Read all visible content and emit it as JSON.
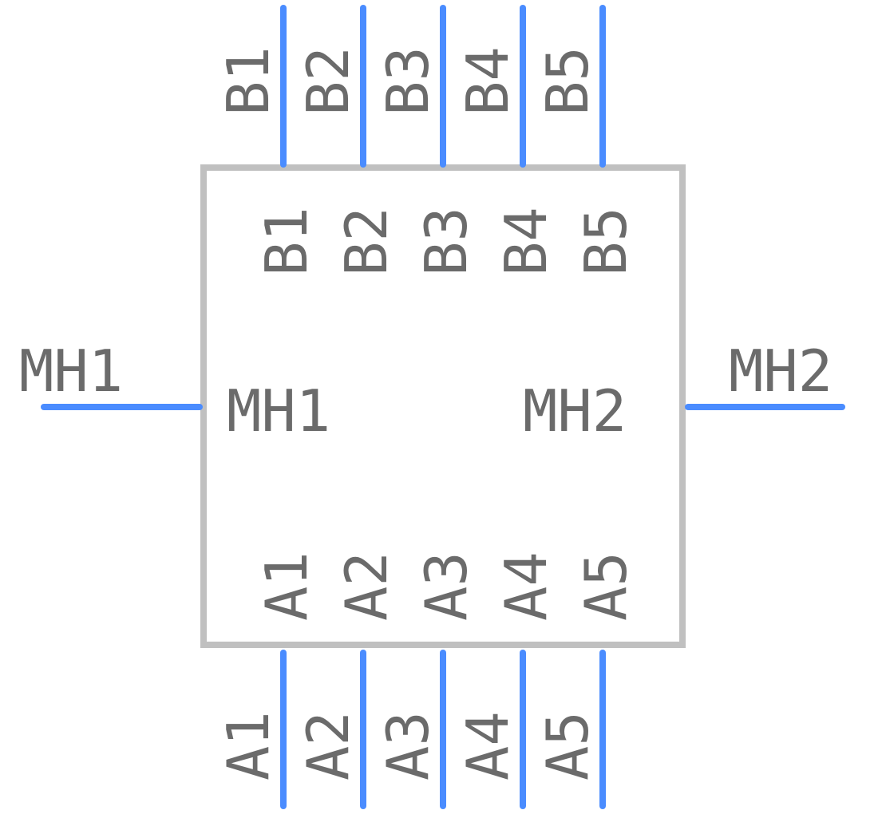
{
  "component": {
    "body_color": "#c0c0c0",
    "pin_color": "#4a8cff",
    "label_color": "#6b6b6b",
    "pins_top": [
      {
        "outer": "B1",
        "inner": "B1"
      },
      {
        "outer": "B2",
        "inner": "B2"
      },
      {
        "outer": "B3",
        "inner": "B3"
      },
      {
        "outer": "B4",
        "inner": "B4"
      },
      {
        "outer": "B5",
        "inner": "B5"
      }
    ],
    "pins_bottom": [
      {
        "outer": "A1",
        "inner": "A1"
      },
      {
        "outer": "A2",
        "inner": "A2"
      },
      {
        "outer": "A3",
        "inner": "A3"
      },
      {
        "outer": "A4",
        "inner": "A4"
      },
      {
        "outer": "A5",
        "inner": "A5"
      }
    ],
    "pin_left": {
      "outer": "MH1",
      "inner": "MH1"
    },
    "pin_right": {
      "outer": "MH2",
      "inner": "MH2"
    }
  }
}
